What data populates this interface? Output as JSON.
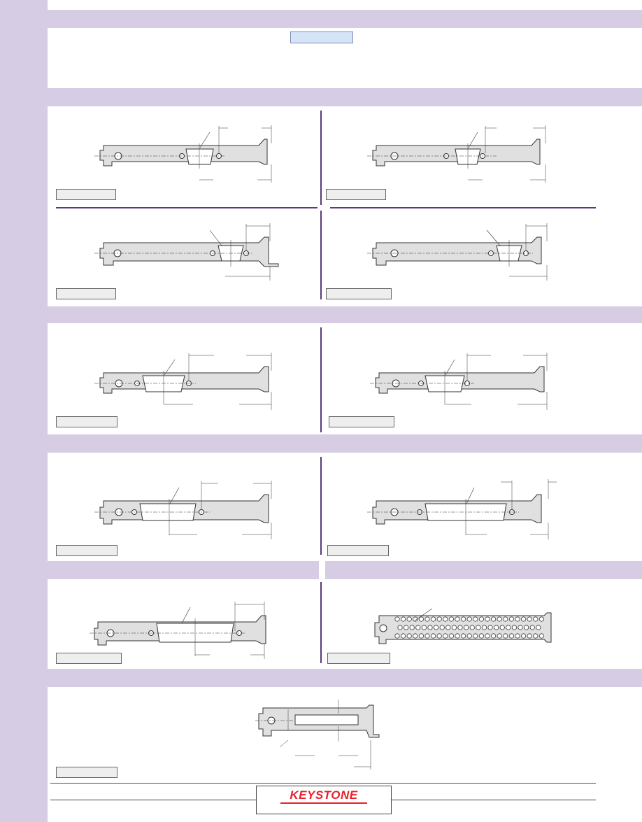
{
  "page": {
    "brand": {
      "name": "KEYSTONE",
      "color": "#e8202a"
    },
    "colors": {
      "band": "#d6cce4",
      "divider": "#5a3a7a",
      "highlight": "#d6e4f8"
    },
    "sections": [
      {
        "id": "header"
      },
      {
        "id": "db9-style",
        "drawings": 4
      },
      {
        "id": "db15-style",
        "drawings": 2
      },
      {
        "id": "db25-style",
        "drawings": 2
      },
      {
        "id": "db37-and-vented",
        "drawings": 2
      },
      {
        "id": "rectangular-cutout",
        "drawings": 1
      }
    ]
  }
}
